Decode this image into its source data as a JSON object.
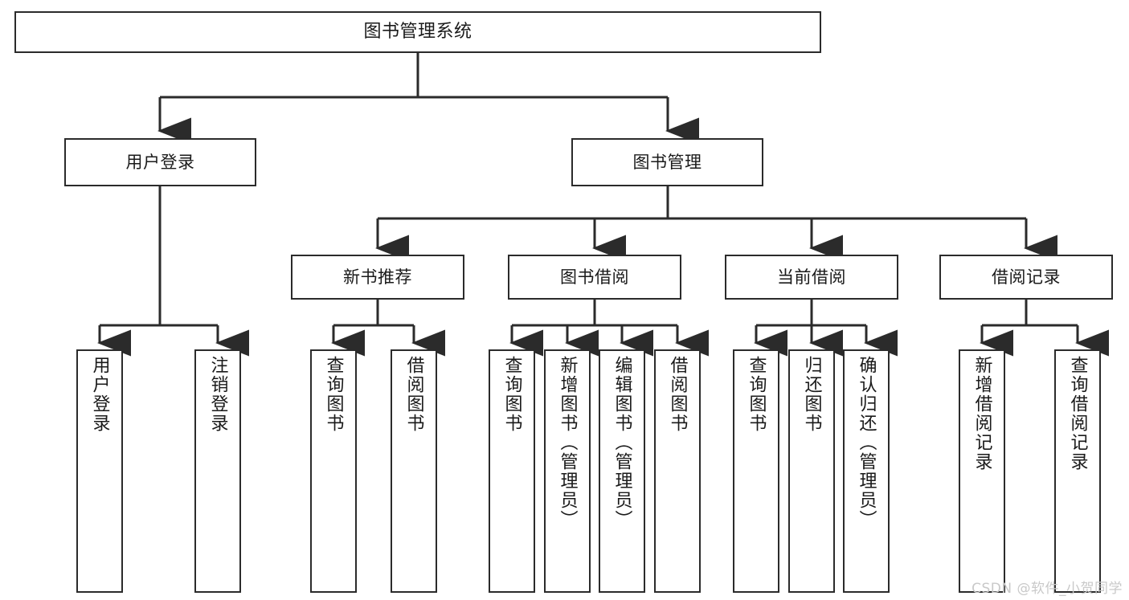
{
  "diagram": {
    "type": "tree-hierarchy",
    "title": "图书管理系统",
    "watermark": "CSDN @软件_小贺同学",
    "colors": {
      "stroke": "#2b2b2b",
      "fill": "#ffffff",
      "text": "#1a1a1a",
      "watermark": "#c9c9c9"
    },
    "nodes": {
      "root": {
        "label": "图书管理系统"
      },
      "level2": [
        {
          "id": "user-login",
          "label": "用户登录"
        },
        {
          "id": "book-manage",
          "label": "图书管理"
        }
      ],
      "level3": [
        {
          "id": "new-book-rec",
          "label": "新书推荐"
        },
        {
          "id": "book-borrow",
          "label": "图书借阅"
        },
        {
          "id": "current-borrow",
          "label": "当前借阅"
        },
        {
          "id": "borrow-record",
          "label": "借阅记录"
        }
      ],
      "leaves": {
        "user-login": [
          {
            "id": "leaf-user-login",
            "label": "用户登录"
          },
          {
            "id": "leaf-logout",
            "label": "注销登录"
          }
        ],
        "new-book-rec": [
          {
            "id": "leaf-query-book-1",
            "label": "查询图书"
          },
          {
            "id": "leaf-borrow-book-1",
            "label": "借阅图书"
          }
        ],
        "book-borrow": [
          {
            "id": "leaf-query-book-2",
            "label": "查询图书"
          },
          {
            "id": "leaf-add-book",
            "label": "新增图书（管理员）"
          },
          {
            "id": "leaf-edit-book",
            "label": "编辑图书（管理员）"
          },
          {
            "id": "leaf-borrow-book-2",
            "label": "借阅图书"
          }
        ],
        "current-borrow": [
          {
            "id": "leaf-query-book-3",
            "label": "查询图书"
          },
          {
            "id": "leaf-return-book",
            "label": "归还图书"
          },
          {
            "id": "leaf-confirm-return",
            "label": "确认归还（管理员）"
          }
        ],
        "borrow-record": [
          {
            "id": "leaf-add-record",
            "label": "新增借阅记录"
          },
          {
            "id": "leaf-query-record",
            "label": "查询借阅记录"
          }
        ]
      }
    }
  }
}
